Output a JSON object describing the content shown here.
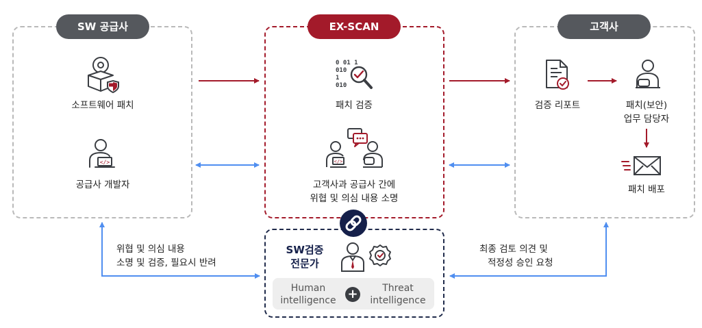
{
  "sections": {
    "supplier": {
      "title": "SW 공급사"
    },
    "exscan": {
      "title": "EX-SCAN"
    },
    "customer": {
      "title": "고객사"
    }
  },
  "supplier_items": {
    "patch": "소프트웨어 패치",
    "developer": "공급사 개발자"
  },
  "exscan_items": {
    "verify": "패치 검증",
    "comm_line1": "고객사과 공급사 간에",
    "comm_line2": "위협 및 의심 내용 소명"
  },
  "customer_items": {
    "report": "검증 리포트",
    "manager_line1": "패치(보안)",
    "manager_line2": "업무 담당자",
    "deploy": "패치 배포"
  },
  "expert": {
    "title_line1": "SW검증",
    "title_line2": "전문가",
    "human_line1": "Human",
    "human_line2": "intelligence",
    "threat_line1": "Threat",
    "threat_line2": "intelligence",
    "plus": "+"
  },
  "annotations": {
    "left_line1": "위협 및 의심 내용",
    "left_line2": "소명 및 검증, 필요시 반려",
    "right_line1": "최종 검토 의견 및",
    "right_line2": "적정성 승인 요청"
  },
  "colors": {
    "red": "#a31a2a",
    "blue": "#4f8ef0",
    "navy": "#15204a",
    "gray": "#55585d"
  },
  "icons": [
    "cd-box-shield-icon",
    "developer-icon",
    "binary-magnifier-icon",
    "chat-people-icon",
    "document-check-icon",
    "person-icon",
    "mail-icon",
    "link-icon",
    "expert-icon",
    "badge-icon"
  ]
}
